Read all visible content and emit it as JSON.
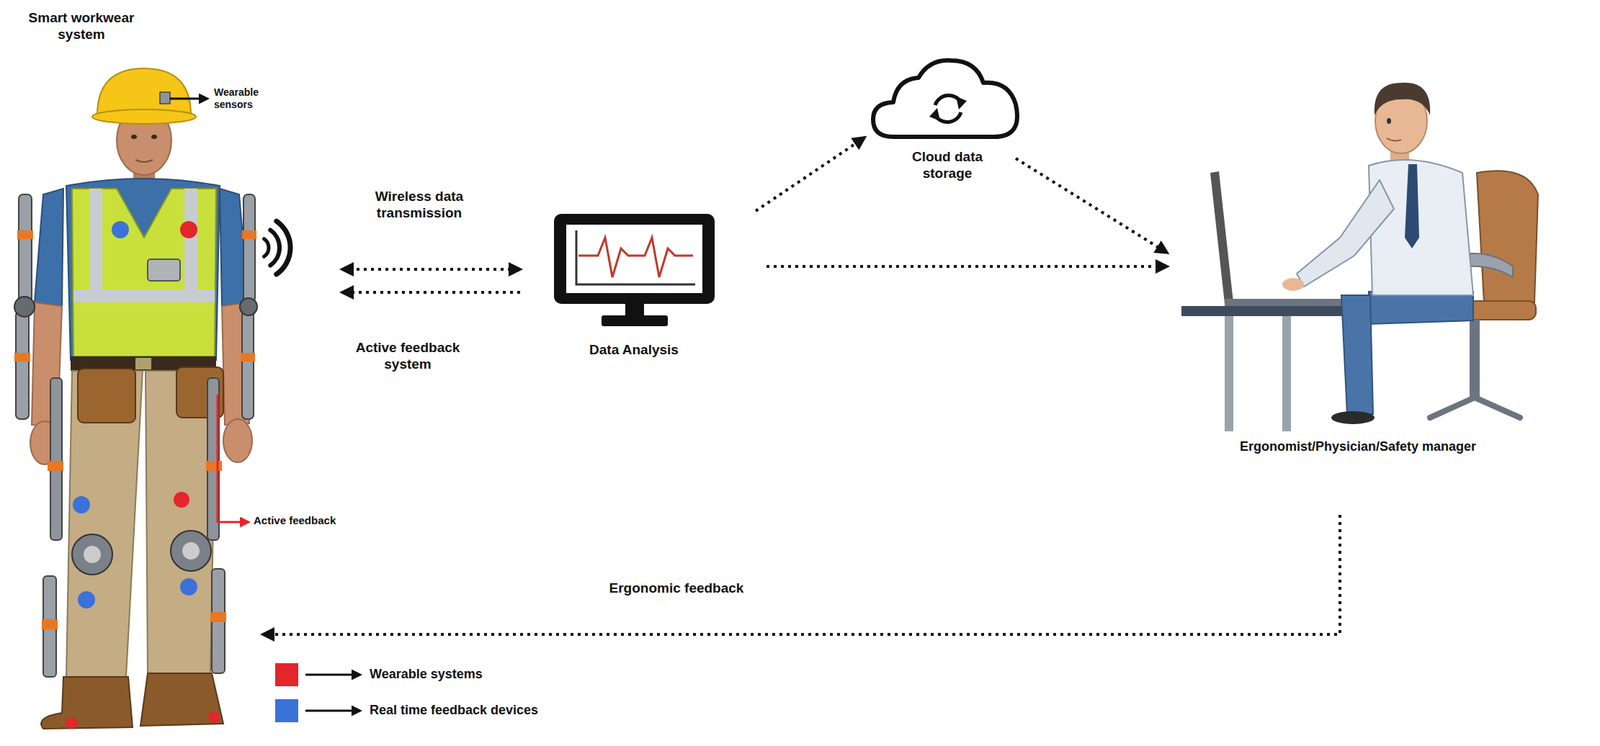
{
  "diagram": {
    "nodes": [
      {
        "text": [
          "Smart workwear system"
        ]
      },
      {
        "text": [
          "Data Analysis"
        ]
      },
      {
        "text": [
          "Cloud data storage"
        ]
      },
      {
        "text": [
          "Ergonomist/Physician/Safety manager"
        ]
      }
    ],
    "edges": [
      {
        "from": 0,
        "to": 1,
        "arrow": "both",
        "label": "Wireless data transmission"
      },
      {
        "from": 1,
        "to": 0,
        "arrow": "to",
        "label": "Active feedback system"
      },
      {
        "from": 1,
        "to": 2,
        "arrow": "to"
      },
      {
        "from": 2,
        "to": 3,
        "arrow": "to"
      },
      {
        "from": 1,
        "to": 3,
        "arrow": "to"
      },
      {
        "from": 3,
        "to": 0,
        "arrow": "to",
        "label": "Ergonomic feedback"
      }
    ],
    "labels": [
      "Wearable sensors",
      "Active feedback"
    ],
    "legend": [
      {
        "text": "Wearable systems",
        "color": "#e3262b"
      },
      {
        "text": "Real time feedback devices",
        "color": "#3a72d9"
      }
    ]
  }
}
